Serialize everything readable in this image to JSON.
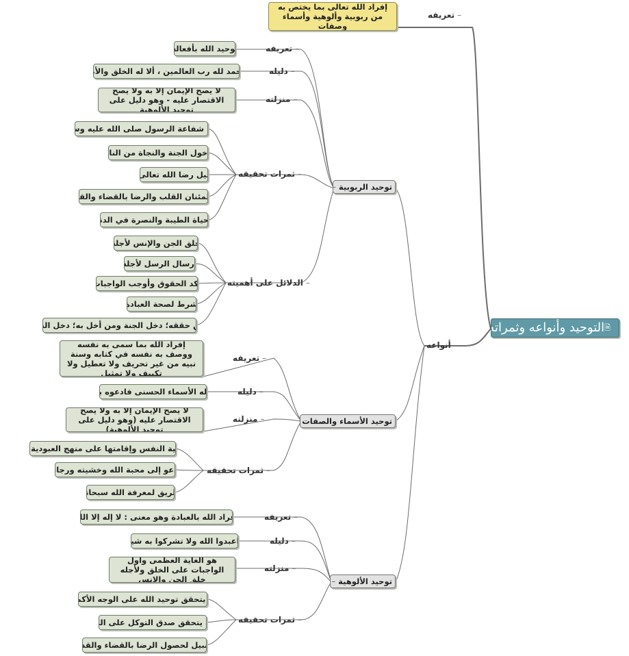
{
  "root": {
    "title": "التوحيد وأنواعه وثمراته",
    "icon": "document-icon",
    "icon_glyph": "🗎"
  },
  "top": {
    "definition_label": "تعريفه",
    "definition_text": "إفراد الله تعالى بما يختص به من ربوبية وألوهية وأسماء وصفات",
    "types_label": "أنواعه"
  },
  "lordship": {
    "title": "توحيد الربوبية",
    "definition_label": "تعريفه",
    "definition_text": "توحيد الله بأفعاله",
    "evidence_label": "دليله",
    "evidence_text": "الحمد لله رب العالمين ، ألا له الخلق والأمر",
    "status_label": "منزلته",
    "status_text": "لا يصح الإيمان إلا به ولا يصح الاقتصار عليه - وهو دليل على توحيد الألوهية",
    "fruits_label": "ثمرات تحقيقه",
    "fruits": [
      "نيل شفاعة الرسول صلى الله عليه وسلم",
      "دخول الجنة والنجاة من النار",
      "نيل رضا الله تعالى",
      "اطمئنان القلب والرضا بالقضاء والقدر",
      "الحياة الطيبة والنصرة في الدنيا"
    ],
    "importance_label": "الدلائل على أهميته",
    "importance": [
      "خلق الجن والإنس لأجله",
      "إرسال الرسل لأجله",
      "آكد الحقوق وأوجب الواجبات",
      "شرط لصحة العبادة",
      "من حققه؛ دخل الجنة ومن أخل به؛ دخل النار"
    ]
  },
  "names": {
    "title": "توحيد الأسماء والصفات",
    "definition_label": "تعريفه",
    "definition_text": "إفراد الله بما سمى به نفسه ووصف به نفسه في كتابه وسنة نبيه من غير تحريف ولا تعطيل ولا تكييف ولا تمثيل",
    "evidence_label": "دليله",
    "evidence_text": "ولله الأسماء الحسنى فادعوه بها",
    "status_label": "منزلته",
    "status_text": "لا يصح الإيمان إلا به ولا يصح الاقتصار عليه (وهو دليل على توحيد الألوهية)",
    "fruits_label": "ثمرات تحقيقه",
    "fruits": [
      "تزكية النفس وإقامتها على منهج العبودية لله",
      "يدعو إلى محبة الله وخشيته ورجائه",
      "طريق لمعرفة الله سبحانه"
    ]
  },
  "worship": {
    "title": "توحيد الألوهية",
    "definition_label": "تعريفه",
    "definition_text": "إفراد الله بالعبادة وهو معنى : لا إله إلا الله",
    "evidence_label": "دليله",
    "evidence_text": "واعبدوا الله ولا تشركوا به شيئًا",
    "status_label": "منزلته",
    "status_text": "هو الغاية العظمى وأول الواجبات على الخلق ولأجله خلق الجن والإنس",
    "fruits_label": "ثمرات تحقيقه",
    "fruits": [
      "به يتحقق توحيد الله على الوجه الأكمل",
      "به يتحقق صدق التوكل على الله",
      "سبيل لحصول الرضا بالقضاء والقدر"
    ]
  },
  "symbols": {
    "dash": "–",
    "minus": "–"
  },
  "colors": {
    "root": "#5f9aa6",
    "leaf": "#dde4d3",
    "highlight": "#f3e58c",
    "branch": "#e2e2e2",
    "line": "#666666"
  }
}
